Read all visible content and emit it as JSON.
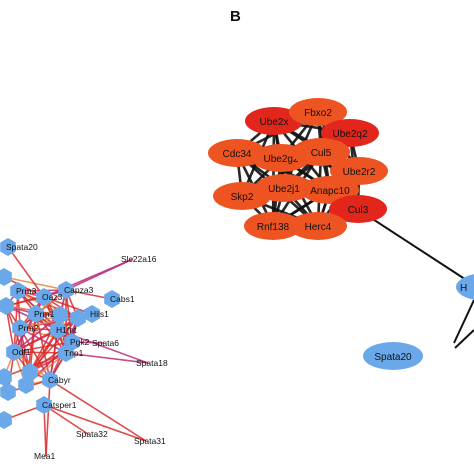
{
  "panel_label": "B",
  "colors": {
    "hub_red": "#e3261c",
    "hub_orange": "#ee5421",
    "blue_node": "#6aa8ea",
    "edge_red": "#d92a2a",
    "edge_orange": "#e98445",
    "edge_magenta": "#bb2a78",
    "edge_black": "#111111"
  },
  "hub_cluster": {
    "nodes": [
      "Ube2x",
      "Fbxo2",
      "Ube2q2",
      "Cdc34",
      "Ube2g2",
      "Cul5",
      "Ube2r2",
      "Skp2",
      "Ube2j1",
      "Anapc10",
      "Cul3",
      "Rnf138",
      "Herc4"
    ]
  },
  "right_nodes": [
    "Spata20",
    "H"
  ],
  "left_cluster": {
    "nodes": [
      "Spata20",
      "Slc22a16",
      "Prm3",
      "Capza3",
      "Cabs1",
      "Hils1",
      "Oaz3",
      "Prm2",
      "H1fnt",
      "Prm1",
      "Pgk2",
      "Spata6",
      "Spata18",
      "Odf1",
      "Tnp1",
      "Cabyr",
      "Catsper1",
      "Spata32",
      "Spata31",
      "Mea1"
    ]
  }
}
